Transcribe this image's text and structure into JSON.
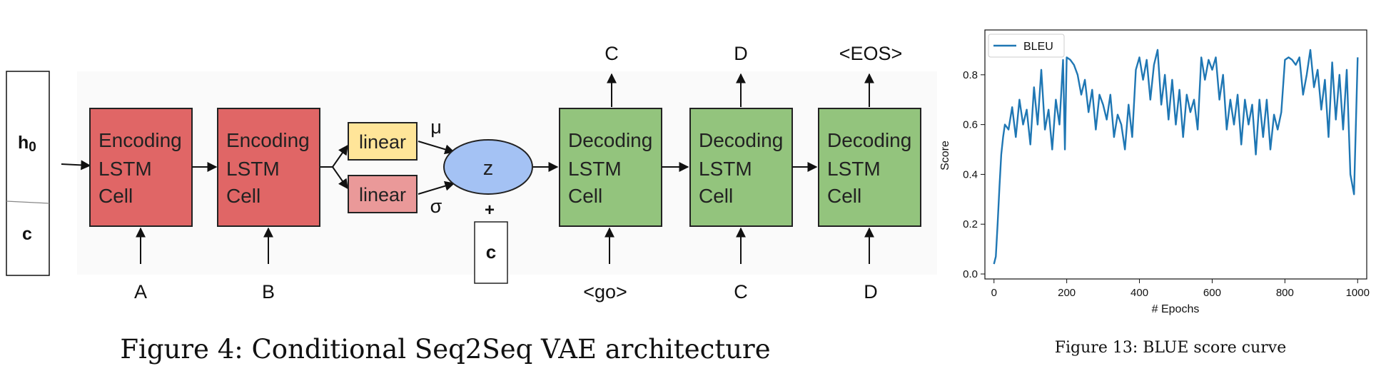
{
  "diagram": {
    "state": {
      "h0_base": "h",
      "h0_sub": "0",
      "c": "c"
    },
    "encoders": [
      {
        "lines": [
          "Encoding",
          "LSTM",
          "Cell"
        ],
        "input": "A"
      },
      {
        "lines": [
          "Encoding",
          "LSTM",
          "Cell"
        ],
        "input": "B"
      }
    ],
    "linear_top": {
      "label": "linear",
      "param": "μ"
    },
    "linear_bottom": {
      "label": "linear",
      "param": "σ"
    },
    "latent": "z",
    "plus": "+",
    "condition": "c",
    "decoders": [
      {
        "lines": [
          "Decoding",
          "LSTM",
          "Cell"
        ],
        "input": "<go>",
        "output": "C"
      },
      {
        "lines": [
          "Decoding",
          "LSTM",
          "Cell"
        ],
        "input": "C",
        "output": "D"
      },
      {
        "lines": [
          "Decoding",
          "LSTM",
          "Cell"
        ],
        "input": "D",
        "output": "<EOS>"
      }
    ],
    "colors": {
      "encoder": "#e06666",
      "decoder": "#93c47d",
      "linear_top": "#ffe599",
      "linear_bottom": "#ea9999",
      "latent": "#a4c2f4"
    },
    "caption": "Figure 4: Conditional Seq2Seq VAE architecture"
  },
  "plot": {
    "caption": "Figure 13: BLUE score curve",
    "line_color": "#1f77b4"
  },
  "chart_data": {
    "type": "line",
    "title": "",
    "xlabel": "# Epochs",
    "ylabel": "Score",
    "xlim": [
      -25,
      1025
    ],
    "ylim": [
      -0.02,
      0.98
    ],
    "xticks": [
      0,
      200,
      400,
      600,
      800,
      1000
    ],
    "yticks": [
      0.0,
      0.2,
      0.4,
      0.6,
      0.8
    ],
    "xtick_labels": [
      "0",
      "200",
      "400",
      "600",
      "800",
      "1000"
    ],
    "ytick_labels": [
      "0.0",
      "0.2",
      "0.4",
      "0.6",
      "0.8"
    ],
    "legend_position": "top-left",
    "grid": false,
    "series": [
      {
        "name": "BLEU",
        "x": [
          0,
          5,
          10,
          15,
          20,
          25,
          30,
          40,
          50,
          60,
          70,
          80,
          90,
          100,
          110,
          120,
          130,
          140,
          150,
          160,
          170,
          180,
          190,
          195,
          200,
          210,
          220,
          230,
          240,
          250,
          260,
          270,
          280,
          290,
          300,
          310,
          320,
          330,
          340,
          350,
          360,
          370,
          380,
          390,
          400,
          410,
          420,
          430,
          440,
          450,
          460,
          470,
          480,
          490,
          500,
          510,
          520,
          530,
          540,
          550,
          560,
          570,
          580,
          590,
          600,
          610,
          620,
          630,
          640,
          650,
          660,
          670,
          680,
          690,
          700,
          710,
          720,
          730,
          740,
          750,
          760,
          770,
          780,
          790,
          800,
          810,
          820,
          830,
          840,
          850,
          860,
          870,
          880,
          890,
          900,
          910,
          920,
          930,
          940,
          950,
          960,
          970,
          980,
          990,
          1000
        ],
        "values": [
          0.04,
          0.07,
          0.2,
          0.35,
          0.48,
          0.55,
          0.6,
          0.58,
          0.67,
          0.55,
          0.7,
          0.6,
          0.66,
          0.52,
          0.75,
          0.6,
          0.82,
          0.58,
          0.66,
          0.5,
          0.7,
          0.6,
          0.86,
          0.5,
          0.87,
          0.86,
          0.84,
          0.8,
          0.72,
          0.78,
          0.65,
          0.74,
          0.58,
          0.72,
          0.68,
          0.62,
          0.72,
          0.55,
          0.64,
          0.6,
          0.5,
          0.68,
          0.55,
          0.82,
          0.87,
          0.78,
          0.86,
          0.7,
          0.84,
          0.9,
          0.68,
          0.8,
          0.62,
          0.78,
          0.6,
          0.74,
          0.55,
          0.72,
          0.65,
          0.7,
          0.58,
          0.87,
          0.78,
          0.86,
          0.82,
          0.87,
          0.7,
          0.8,
          0.58,
          0.7,
          0.6,
          0.72,
          0.52,
          0.7,
          0.6,
          0.68,
          0.48,
          0.7,
          0.55,
          0.7,
          0.5,
          0.64,
          0.58,
          0.65,
          0.86,
          0.87,
          0.86,
          0.84,
          0.87,
          0.72,
          0.8,
          0.9,
          0.75,
          0.82,
          0.66,
          0.78,
          0.55,
          0.85,
          0.62,
          0.8,
          0.58,
          0.82,
          0.4,
          0.32,
          0.87
        ]
      }
    ]
  }
}
